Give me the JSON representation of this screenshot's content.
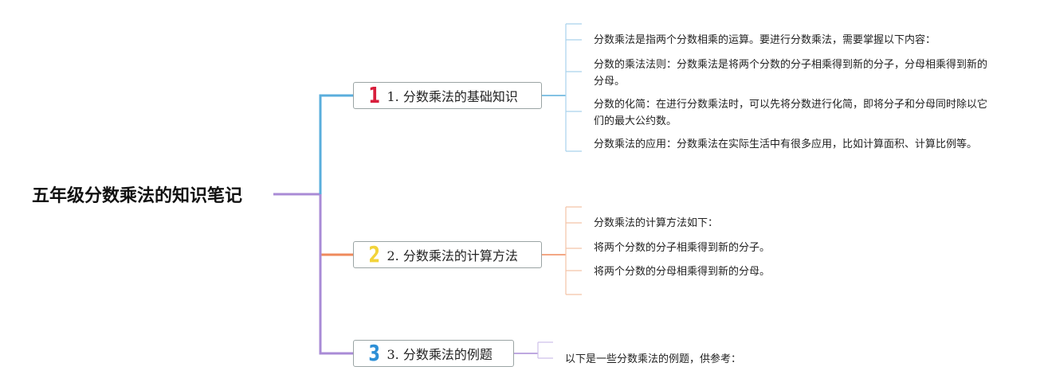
{
  "root": {
    "title": "五年级分数乘法的知识笔记"
  },
  "branches": [
    {
      "number": "1",
      "label": "1. 分数乘法的基础知识",
      "color": "#5aaedc",
      "number_color": "#d81e3c",
      "leaves": [
        "分数乘法是指两个分数相乘的运算。要进行分数乘法，需要掌握以下内容：",
        "分数的乘法法则：分数乘法是将两个分数的分子相乘得到新的分子，分母相乘得到新的分母。",
        "分数的化简：在进行分数乘法时，可以先将分数进行化简，即将分子和分母同时除以它们的最大公约数。",
        "分数乘法的应用：分数乘法在实际生活中有很多应用，比如计算面积、计算比例等。"
      ]
    },
    {
      "number": "2",
      "label": "2. 分数乘法的计算方法",
      "color": "#ef8a5c",
      "number_color": "#f2d33a",
      "leaves": [
        "分数乘法的计算方法如下：",
        "将两个分数的分子相乘得到新的分子。",
        "将两个分数的分母相乘得到新的分母。"
      ]
    },
    {
      "number": "3",
      "label": "3. 分数乘法的例题",
      "color": "#a98bd6",
      "number_color": "#2e8fd6",
      "leaves": [
        "以下是一些分数乘法的例题，供参考："
      ]
    }
  ]
}
